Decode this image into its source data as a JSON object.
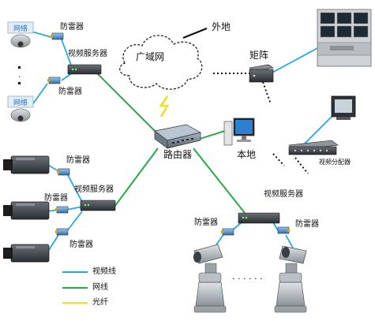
{
  "labels": {
    "outside": "外地",
    "wan": "广域网",
    "matrix": "矩阵",
    "router": "路由器",
    "local": "本地",
    "video_distributor": "视频分配器",
    "video_server_top": "视频服务器",
    "video_server_left": "视频服务器",
    "video_server_bottom": "视频服务器",
    "arrester_1": "防雷器",
    "arrester_2": "防雷器",
    "arrester_3": "防雷器",
    "arrester_4": "防雷器",
    "arrester_5": "防雷器",
    "arrester_6": "防雷器",
    "arrester_7": "防雷器",
    "dots_top": "·",
    "dots_bottom": "· · · · · ·"
  },
  "legend": [
    {
      "label": "视频线",
      "color": "#29a9d6"
    },
    {
      "label": "网线",
      "color": "#2aa84a"
    },
    {
      "label": "光纤",
      "color": "#e8e020"
    }
  ],
  "colors": {
    "video_line": "#29a9d6",
    "network_line": "#2aa84a",
    "fiber": "#e8e020"
  }
}
